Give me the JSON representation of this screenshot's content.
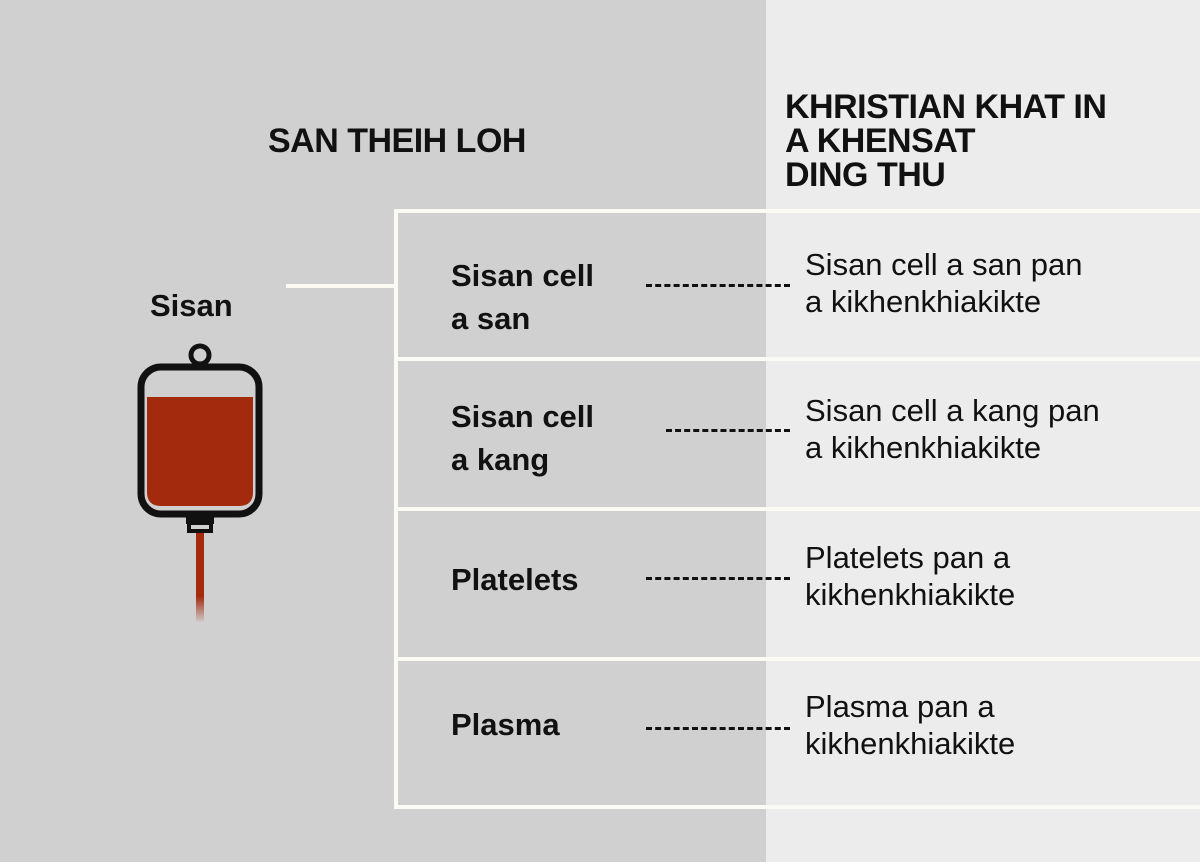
{
  "headings": {
    "left": "SAN THEIH LOH",
    "right": "KHRISTIAN KHAT IN\nA KHENSAT\nDING THU"
  },
  "blood": {
    "label": "Sisan",
    "bag_color": "#a32a0c",
    "outline_color": "#111111"
  },
  "colors": {
    "left_panel": "#d0d0d0",
    "right_panel": "#ececec",
    "lines": "#fbfaf4"
  },
  "rows": [
    {
      "component": "Sisan cell\na san",
      "description": "Sisan cell a san pan\na kikhenkhiakikte"
    },
    {
      "component": "Sisan cell\na kang",
      "description": "Sisan cell a kang pan\na kikhenkhiakikte"
    },
    {
      "component": "Platelets",
      "description": "Platelets pan a\nkikhenkhiakikte"
    },
    {
      "component": "Plasma",
      "description": "Plasma pan a\nkikhenkhiakikte"
    }
  ]
}
